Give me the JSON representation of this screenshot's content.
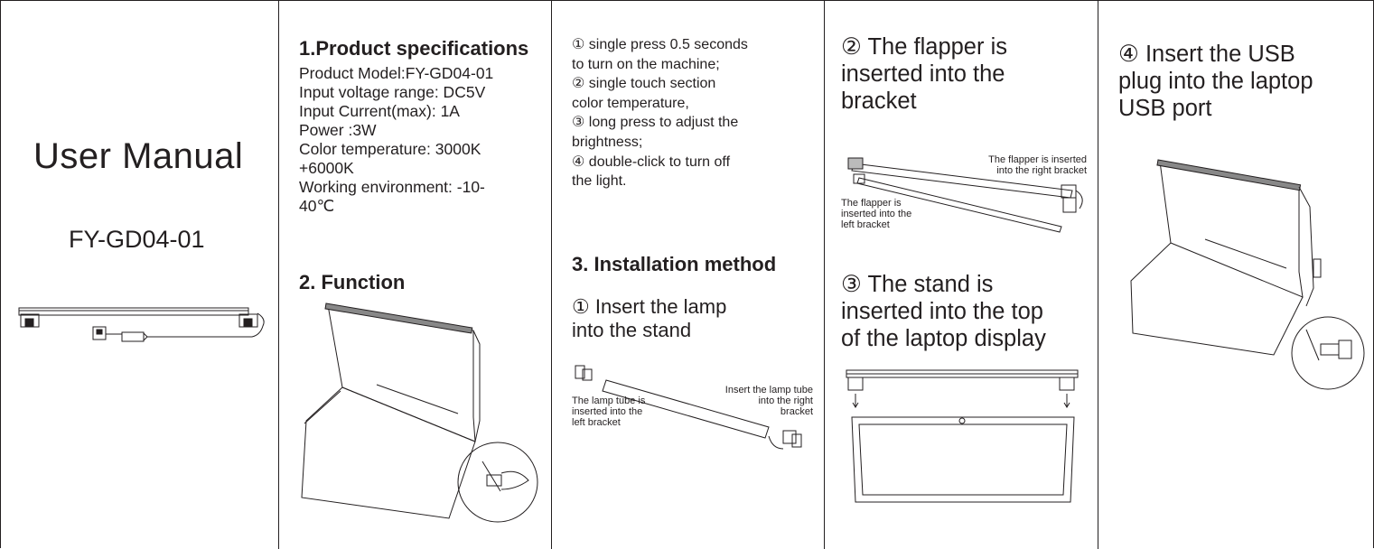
{
  "panel1": {
    "title": "User Manual",
    "model": "FY-GD04-01"
  },
  "panel2": {
    "spec_heading": "1.Product specifications",
    "spec_lines": [
      "Product Model:FY-GD04-01",
      "Input voltage range: DC5V",
      "Input Current(max): 1A",
      "Power :3W",
      "Color temperature: 3000K",
      "+6000K",
      "Working environment: -10-",
      "40℃"
    ],
    "function_heading": "2. Function"
  },
  "panel3": {
    "function_lines": [
      "① single press 0.5 seconds",
      "to turn on the machine;",
      "② single touch section",
      "color temperature,",
      "③ long press to adjust the",
      "brightness;",
      "④ double-click to turn off",
      "the light."
    ],
    "install_heading": "3. Installation method",
    "step1_lines": [
      "① Insert the lamp",
      "into the stand"
    ],
    "cap_left": [
      "The lamp tube is",
      "inserted into the",
      "left bracket"
    ],
    "cap_right": [
      "Insert the lamp tube",
      "into the right",
      "bracket"
    ]
  },
  "panel4": {
    "step2_lines": [
      "② The flapper is",
      "inserted into the",
      "bracket"
    ],
    "cap_right": [
      "The flapper is inserted",
      "into the right bracket"
    ],
    "cap_left": [
      "The flapper is",
      "inserted into the",
      "left bracket"
    ],
    "step3_lines": [
      "③  The stand is",
      "inserted into the top",
      "of the laptop display"
    ]
  },
  "panel5": {
    "step4_lines": [
      "④ Insert the USB",
      "plug into the laptop",
      "USB port"
    ]
  }
}
